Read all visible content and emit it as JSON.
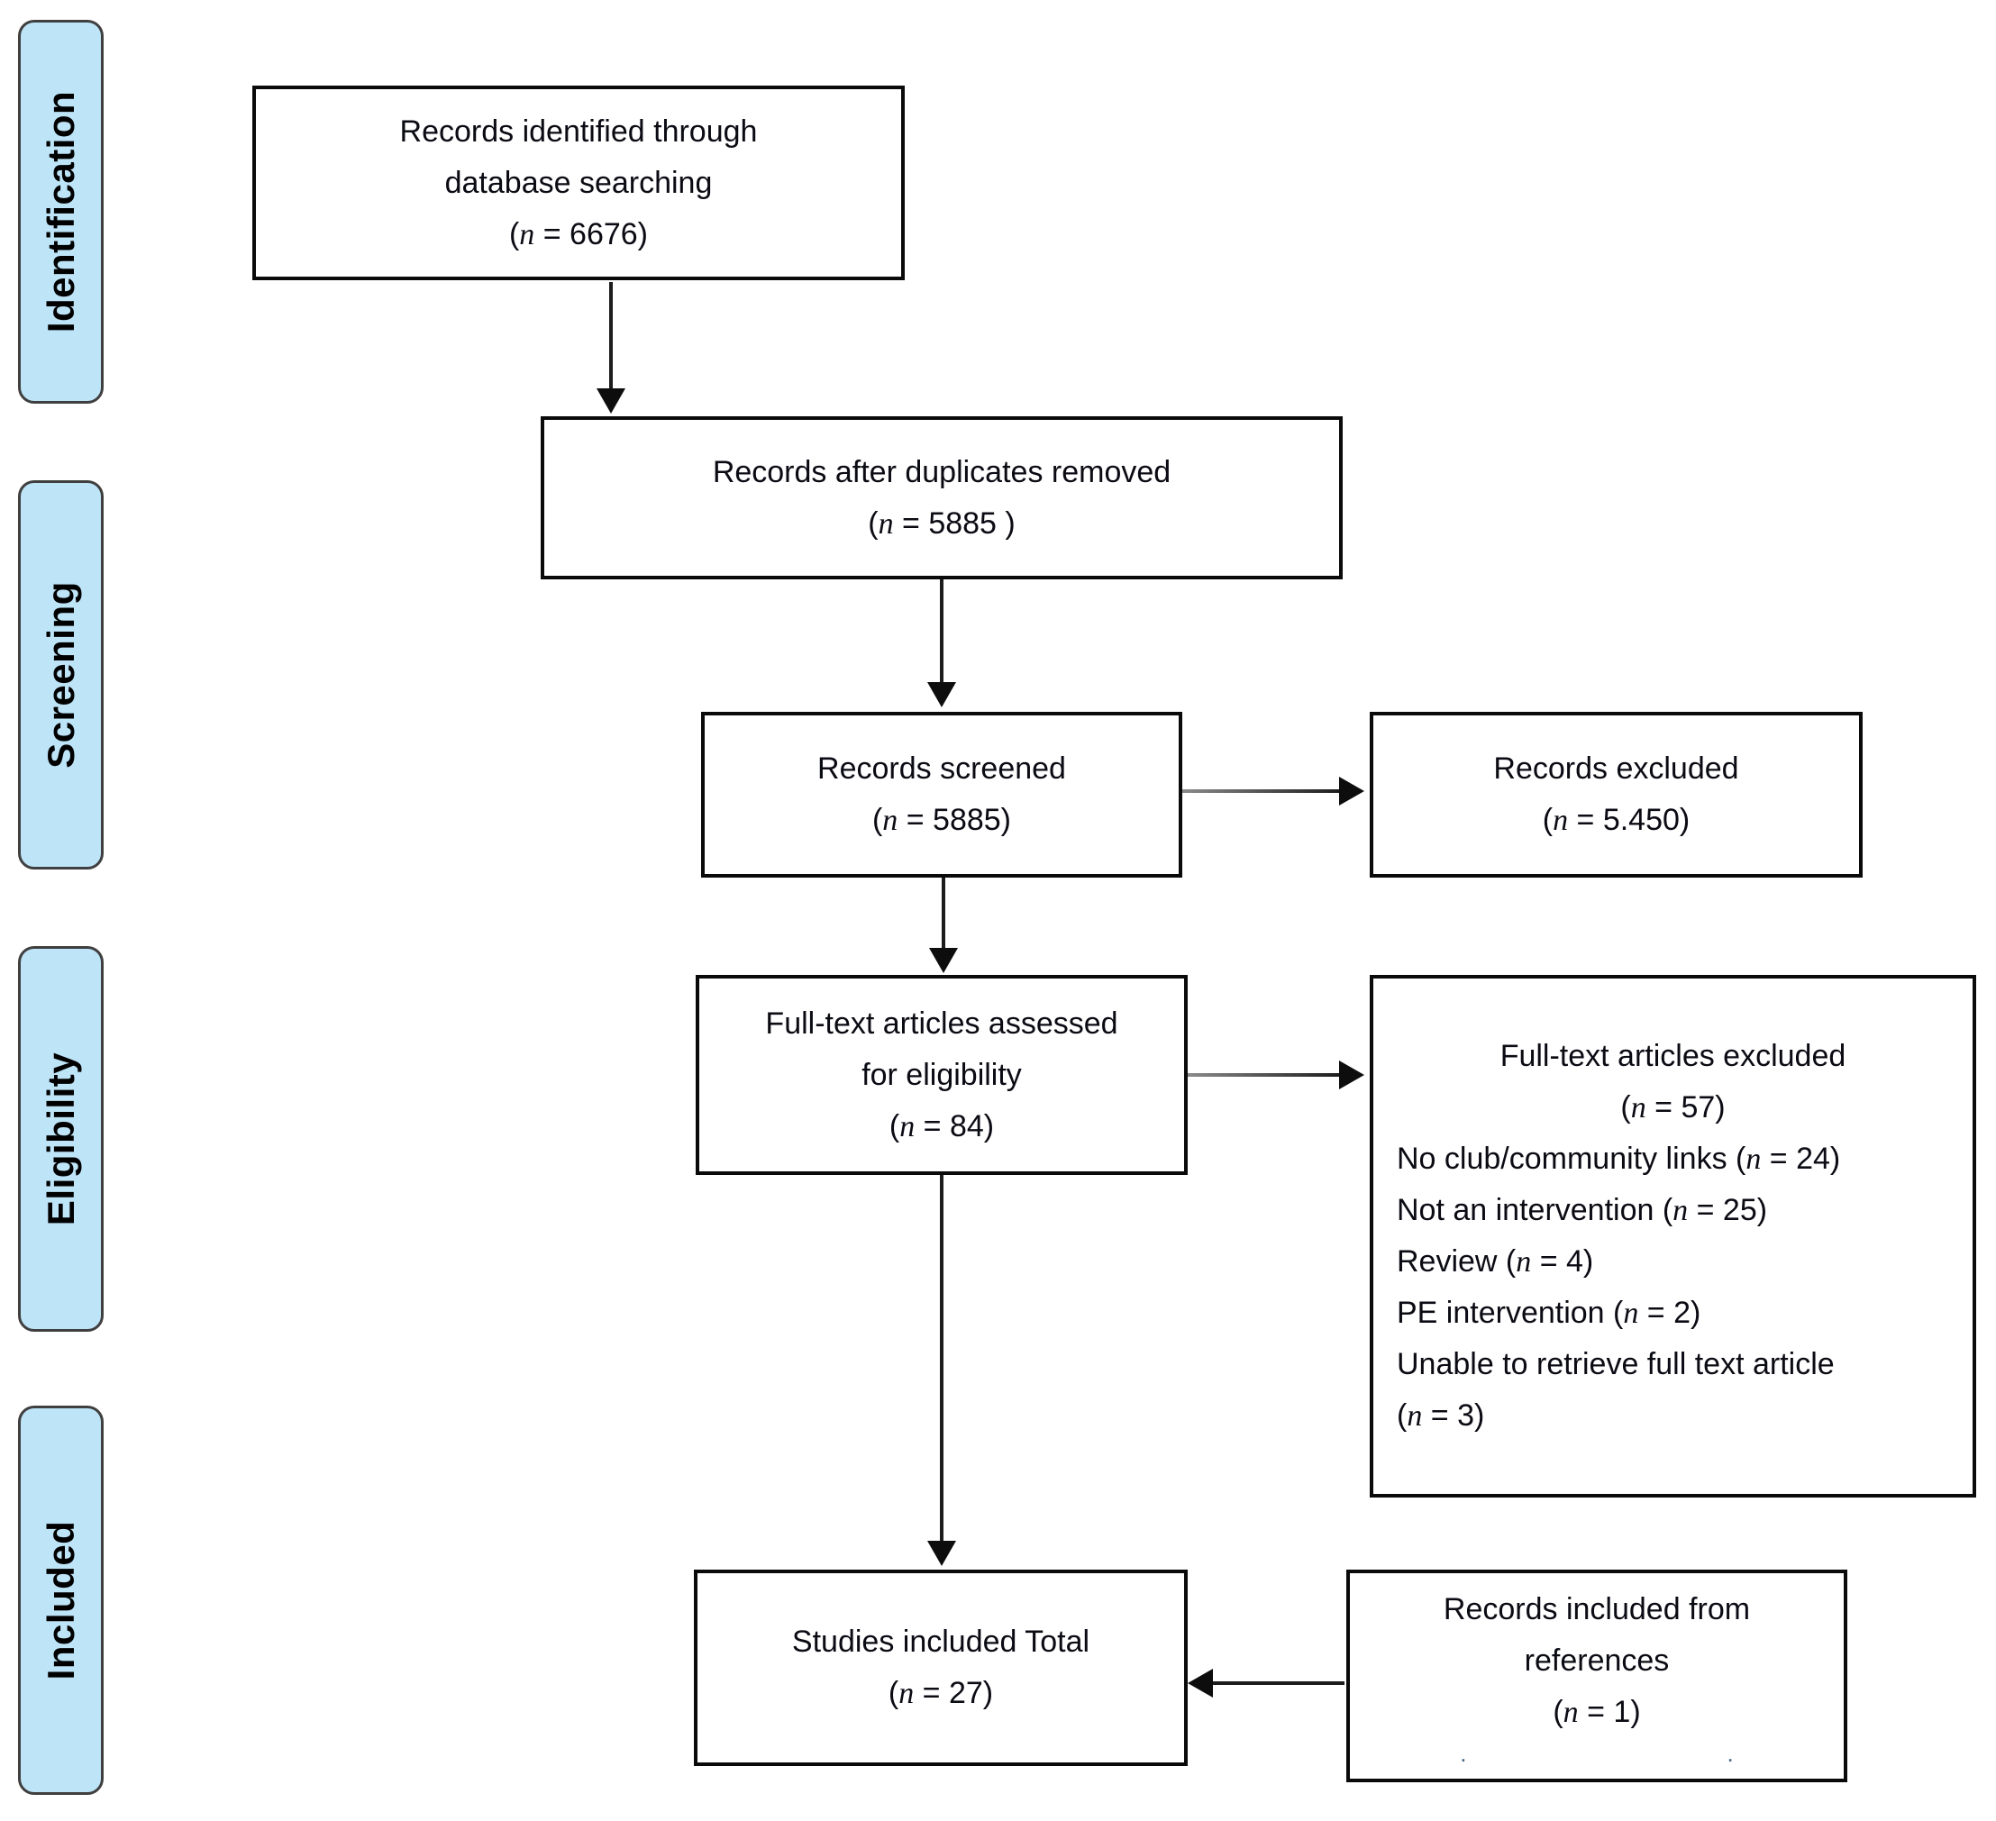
{
  "palette": {
    "stage_fill": "#bee4f8",
    "stage_border": "#3f3f3f",
    "box_border": "#0a0a0a",
    "arrow": "#1c1c1c",
    "text": "#0b0b14"
  },
  "stages": [
    {
      "label": "Identification"
    },
    {
      "label": "Screening"
    },
    {
      "label": "Eligibility"
    },
    {
      "label": "Included"
    }
  ],
  "boxes": {
    "records_identified": {
      "lines": [
        {
          "text": "Records identified through"
        },
        {
          "text": "database searching"
        },
        {
          "text": "(n = 6676)"
        }
      ]
    },
    "records_after_duplicates": {
      "lines": [
        {
          "text": "Records after duplicates removed"
        },
        {
          "text": "(n = 5885 )"
        }
      ]
    },
    "records_screened": {
      "lines": [
        {
          "text": "Records screened"
        },
        {
          "text": "(n = 5885)"
        }
      ]
    },
    "records_excluded": {
      "lines": [
        {
          "text": "Records excluded"
        },
        {
          "text": "(n = 5.450)"
        }
      ]
    },
    "fulltext_assessed": {
      "lines": [
        {
          "text": "Full-text articles assessed"
        },
        {
          "text": "for eligibility"
        },
        {
          "text": "(n = 84)"
        }
      ]
    },
    "fulltext_excluded": {
      "lines": [
        {
          "text": "Full-text articles excluded",
          "align": "center"
        },
        {
          "text": "(n = 57)",
          "align": "center"
        },
        {
          "text": "No club/community links (n = 24)",
          "align": "left"
        },
        {
          "text": "Not an intervention (n = 25)",
          "align": "left"
        },
        {
          "text": "Review (n = 4)",
          "align": "left"
        },
        {
          "text": "PE intervention (n = 2)",
          "align": "left"
        },
        {
          "text": "Unable to retrieve full text article",
          "align": "left"
        },
        {
          "text": "(n = 3)",
          "align": "left"
        }
      ]
    },
    "studies_included": {
      "lines": [
        {
          "text": "Studies included Total"
        },
        {
          "text": "(n = 27)"
        }
      ]
    },
    "records_from_references": {
      "lines": [
        {
          "text": "Records included from"
        },
        {
          "text": "references"
        },
        {
          "text": "(n = 1)"
        },
        {
          "text": ".                                        .",
          "cls": "dots"
        }
      ]
    }
  }
}
